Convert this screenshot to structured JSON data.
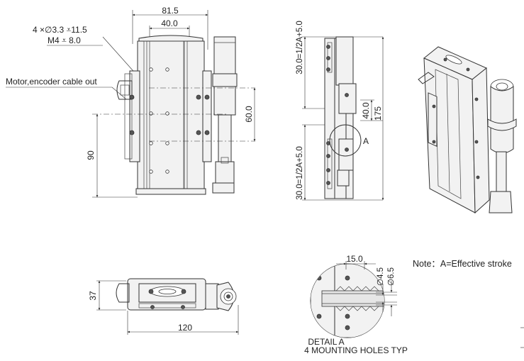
{
  "front_view": {
    "dim_width": "81.5",
    "dim_inner": "40.0",
    "hole_spec_1": "4 ×∅3.3 ⩡11.5",
    "hole_spec_2": "M4 ⩡ 8.0",
    "cable_label": "Motor,encoder cable out",
    "dim_height": "90",
    "dim_pitch": "60.0"
  },
  "side_view": {
    "dim_top_stroke": "30.0=1/2A+5.0",
    "dim_bottom_stroke": "30.0=1/2A+5.0",
    "dim_mid": "40.0",
    "dim_total": "175",
    "detail_marker": "A"
  },
  "bottom_view": {
    "dim_height": "37",
    "dim_width": "120"
  },
  "detail": {
    "dim_spacing": "15.0",
    "dim_d1": "∅4.5",
    "dim_d2": "∅6.5",
    "title": "DETAIL A",
    "subtitle": "4 MOUNTING HOLES TYP"
  },
  "note": "Note：A=Effective stroke"
}
